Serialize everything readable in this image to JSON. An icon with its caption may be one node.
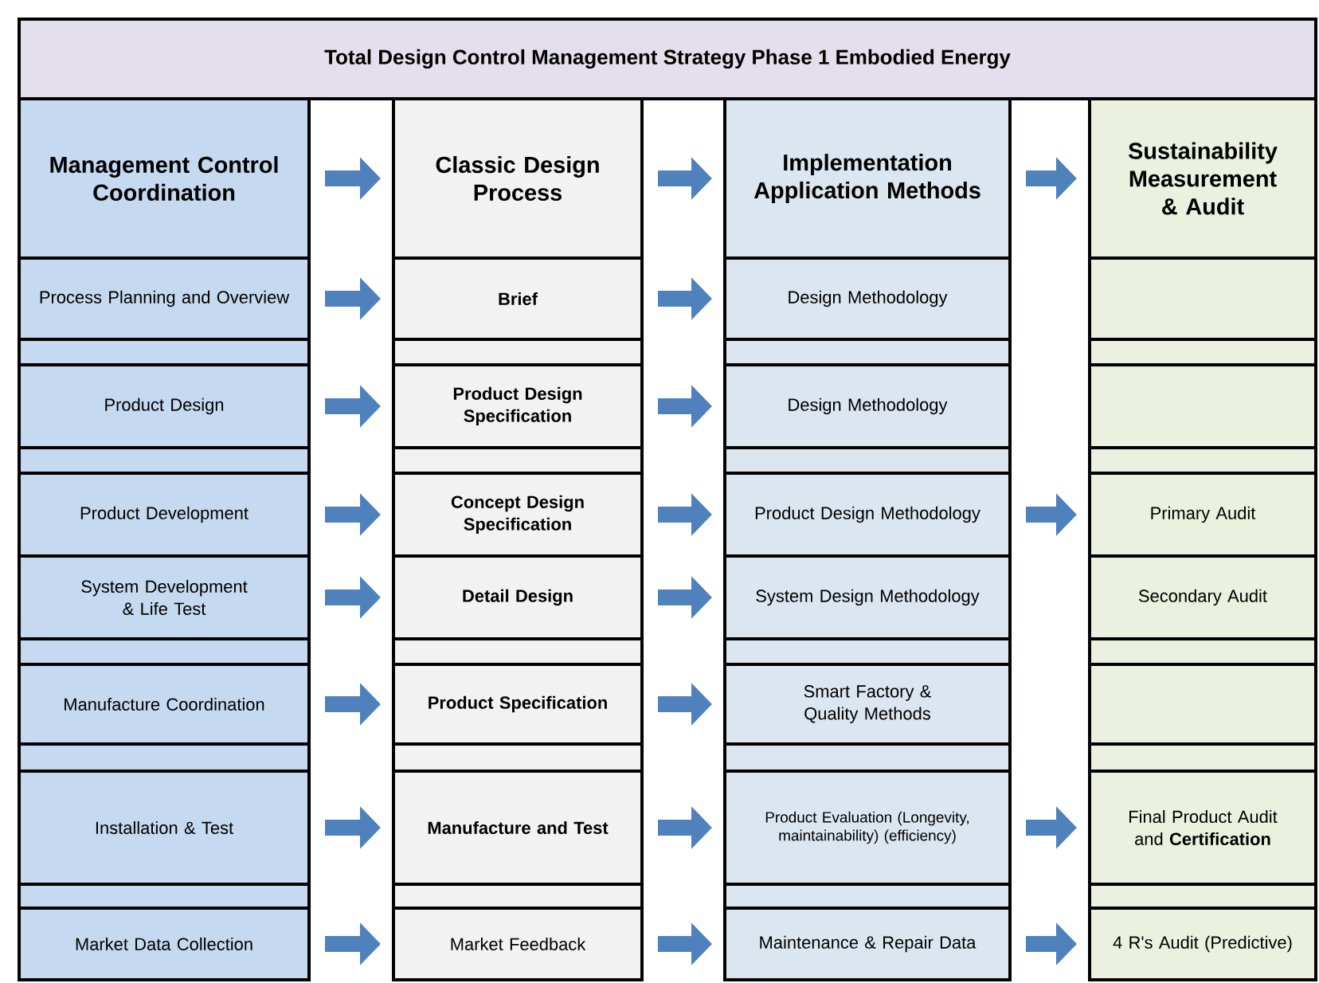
{
  "diagram": {
    "title": "Total Design Control Management Strategy Phase 1 Embodied Energy",
    "nodes": [
      {
        "text": [
          "Management Control Coordination"
        ]
      },
      {
        "text": [
          "Classic Design Process"
        ]
      },
      {
        "text": [
          "Implementation Application Methods"
        ]
      },
      {
        "text": [
          "Sustainability Measurement & Audit"
        ]
      },
      {
        "text": [
          "Process Planning and Overview"
        ]
      },
      {
        "text": [
          "Brief"
        ]
      },
      {
        "text": [
          "Design Methodology"
        ]
      },
      {
        "text": [],
        "shape": "box"
      },
      {
        "text": [
          "Product Design"
        ]
      },
      {
        "text": [
          "Product Design Specification"
        ]
      },
      {
        "text": [
          "Design Methodology"
        ]
      },
      {
        "text": [],
        "shape": "box"
      },
      {
        "text": [
          "Product Development"
        ]
      },
      {
        "text": [
          "Concept Design Specification"
        ]
      },
      {
        "text": [
          "Product Design Methodology"
        ]
      },
      {
        "text": [
          "Primary Audit"
        ]
      },
      {
        "text": [
          "System Development & Life Test"
        ]
      },
      {
        "text": [
          "Detail Design"
        ]
      },
      {
        "text": [
          "System Design Methodology"
        ]
      },
      {
        "text": [
          "Secondary Audit"
        ]
      },
      {
        "text": [
          "Manufacture Coordination"
        ]
      },
      {
        "text": [
          "Product Specification"
        ]
      },
      {
        "text": [
          "Smart Factory & Quality Methods"
        ]
      },
      {
        "text": [],
        "shape": "box"
      },
      {
        "text": [
          "Installation & Test"
        ]
      },
      {
        "text": [
          "Manufacture and Test"
        ]
      },
      {
        "text": [
          "Product Evaluation (Longevity, maintainability) (efficiency)"
        ]
      },
      {
        "text": [
          "Final Product Audit and **Certification**"
        ]
      },
      {
        "text": [
          "Market Data Collection"
        ]
      },
      {
        "text": [
          "Market Feedback"
        ]
      },
      {
        "text": [
          "Maintenance & Repair Data"
        ]
      },
      {
        "text": [
          "4 R's Audit (Predictive)"
        ]
      }
    ],
    "edges": [
      {
        "from": 0,
        "to": 1,
        "arrow": "to"
      },
      {
        "from": 1,
        "to": 2,
        "arrow": "to"
      },
      {
        "from": 2,
        "to": 3,
        "arrow": "to"
      },
      {
        "from": 4,
        "to": 5,
        "arrow": "to"
      },
      {
        "from": 5,
        "to": 6,
        "arrow": "to"
      },
      {
        "from": 8,
        "to": 9,
        "arrow": "to"
      },
      {
        "from": 9,
        "to": 10,
        "arrow": "to"
      },
      {
        "from": 12,
        "to": 13,
        "arrow": "to"
      },
      {
        "from": 13,
        "to": 14,
        "arrow": "to"
      },
      {
        "from": 14,
        "to": 15,
        "arrow": "to"
      },
      {
        "from": 16,
        "to": 17,
        "arrow": "to"
      },
      {
        "from": 17,
        "to": 18,
        "arrow": "to"
      },
      {
        "from": 20,
        "to": 21,
        "arrow": "to"
      },
      {
        "from": 21,
        "to": 22,
        "arrow": "to"
      },
      {
        "from": 24,
        "to": 25,
        "arrow": "to"
      },
      {
        "from": 25,
        "to": 26,
        "arrow": "to"
      },
      {
        "from": 26,
        "to": 27,
        "arrow": "to"
      },
      {
        "from": 28,
        "to": 29,
        "arrow": "to"
      },
      {
        "from": 29,
        "to": 30,
        "arrow": "to"
      },
      {
        "from": 30,
        "to": 31,
        "arrow": "to"
      }
    ]
  }
}
